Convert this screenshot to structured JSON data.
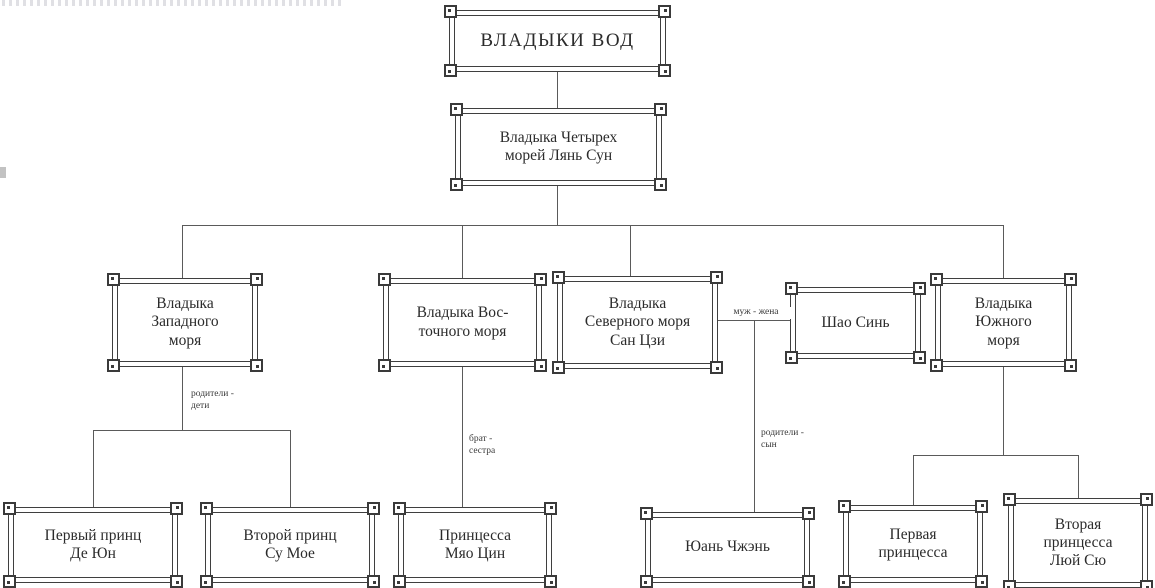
{
  "diagram": {
    "title": "ВЛАДЫКИ ВОД",
    "nodes": {
      "root": {
        "label": "ВЛАДЫКИ ВОД"
      },
      "four_seas": {
        "label": "Владыка Четырех\nморей Лянь Сун"
      },
      "west": {
        "label": "Владыка\nЗападного\nморя"
      },
      "east": {
        "label": "Владыка Вос-\nточного моря"
      },
      "north": {
        "label": "Владыка\nСеверного моря\nСан Цзи"
      },
      "shao_sin": {
        "label": "Шао Синь"
      },
      "south": {
        "label": "Владыка\nЮжного\nморя"
      },
      "first_prince": {
        "label": "Первый принц\nДе Юн"
      },
      "second_prince": {
        "label": "Второй принц\nСу Мое"
      },
      "princess_miao_qing": {
        "label": "Принцесса\nМяо Цин"
      },
      "yuan_zhen": {
        "label": "Юань Чжэнь"
      },
      "first_princess": {
        "label": "Первая\nпринцесса"
      },
      "second_princess": {
        "label": "Вторая\nпринцесса\nЛюй Сю"
      }
    },
    "edge_labels": {
      "parents_children": "родители -\nдети",
      "brother_sister": "брат -\nсестра",
      "husband_wife": "муж - жена",
      "parents_son": "родители -\nсын"
    },
    "colors": {
      "line": "#5a5a5a",
      "border": "#3f3f3f",
      "text": "#2b2b2b",
      "background": "#ffffff"
    }
  }
}
